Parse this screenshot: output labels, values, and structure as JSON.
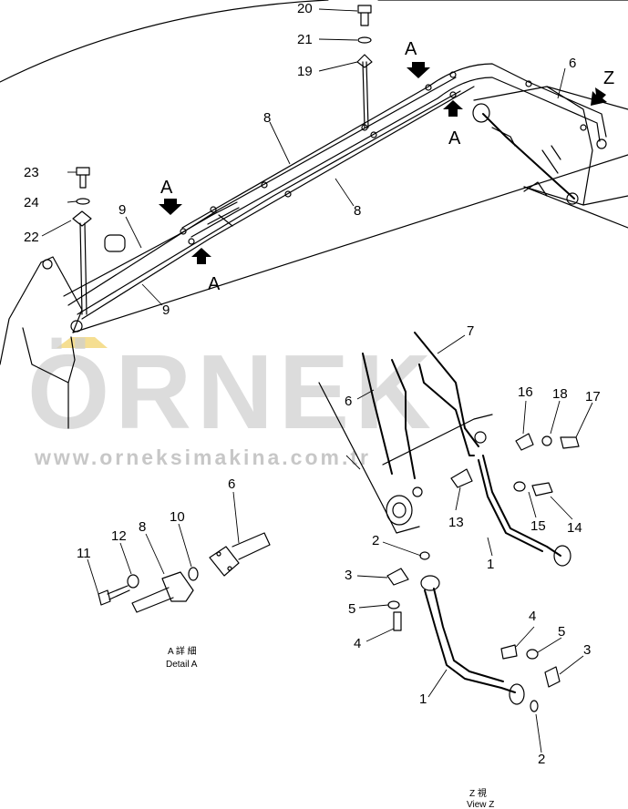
{
  "watermark": {
    "brand": "ÖRNEK",
    "url": "www.orneksimakina.com.tr"
  },
  "view_letters": {
    "a": "A",
    "z": "Z"
  },
  "captions": {
    "detail_a_jp": "A 詳 細",
    "detail_a_en": "Detail A",
    "view_z_jp": "Z 視",
    "view_z_en": "View Z"
  },
  "callouts": {
    "n1": "1",
    "n2": "2",
    "n3": "3",
    "n4": "4",
    "n5": "5",
    "n6": "6",
    "n7": "7",
    "n8": "8",
    "n9": "9",
    "n10": "10",
    "n11": "11",
    "n12": "12",
    "n13": "13",
    "n14": "14",
    "n15": "15",
    "n16": "16",
    "n17": "17",
    "n18": "18",
    "n19": "19",
    "n20": "20",
    "n21": "21",
    "n22": "22",
    "n23": "23",
    "n24": "24"
  },
  "colors": {
    "line": "#000000",
    "watermark": "#cfcfcf",
    "watermark_accent": "#f2d675"
  }
}
